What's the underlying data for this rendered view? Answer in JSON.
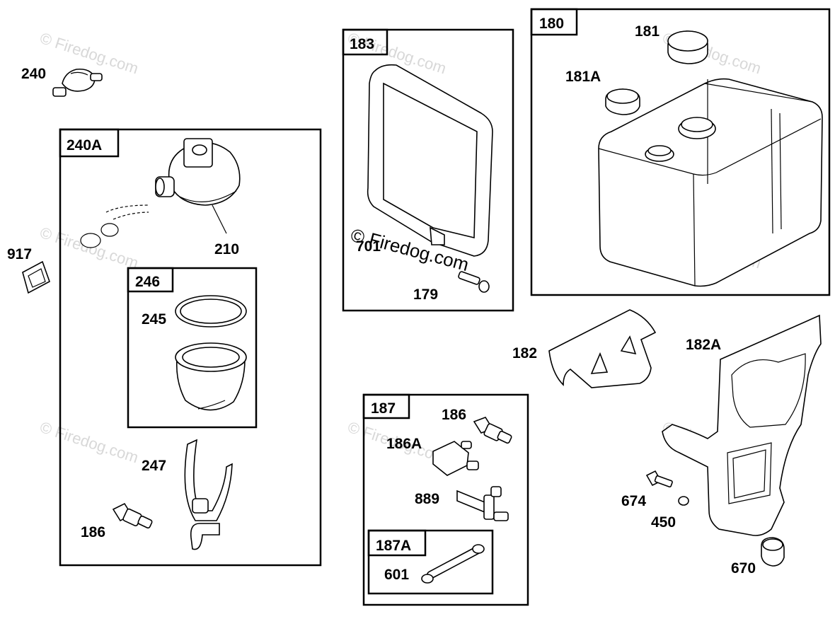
{
  "watermark": {
    "text": "© Firedog.com",
    "copyright_symbol": "©",
    "brand": "Firedog.com",
    "brand_split": "Firedog.com"
  },
  "groups": {
    "g240A": "240A",
    "g246": "246",
    "g183": "183",
    "g180": "180",
    "g187": "187",
    "g187A": "187A"
  },
  "parts": {
    "p240": "240",
    "p917": "917",
    "p210": "210",
    "p245": "245",
    "p247": "247",
    "p186_left": "186",
    "p701": "701",
    "p179": "179",
    "p181": "181",
    "p181A": "181A",
    "p182": "182",
    "p182A": "182A",
    "p186_right": "186",
    "p186A": "186A",
    "p889": "889",
    "p601": "601",
    "p674": "674",
    "p450": "450",
    "p670": "670"
  }
}
